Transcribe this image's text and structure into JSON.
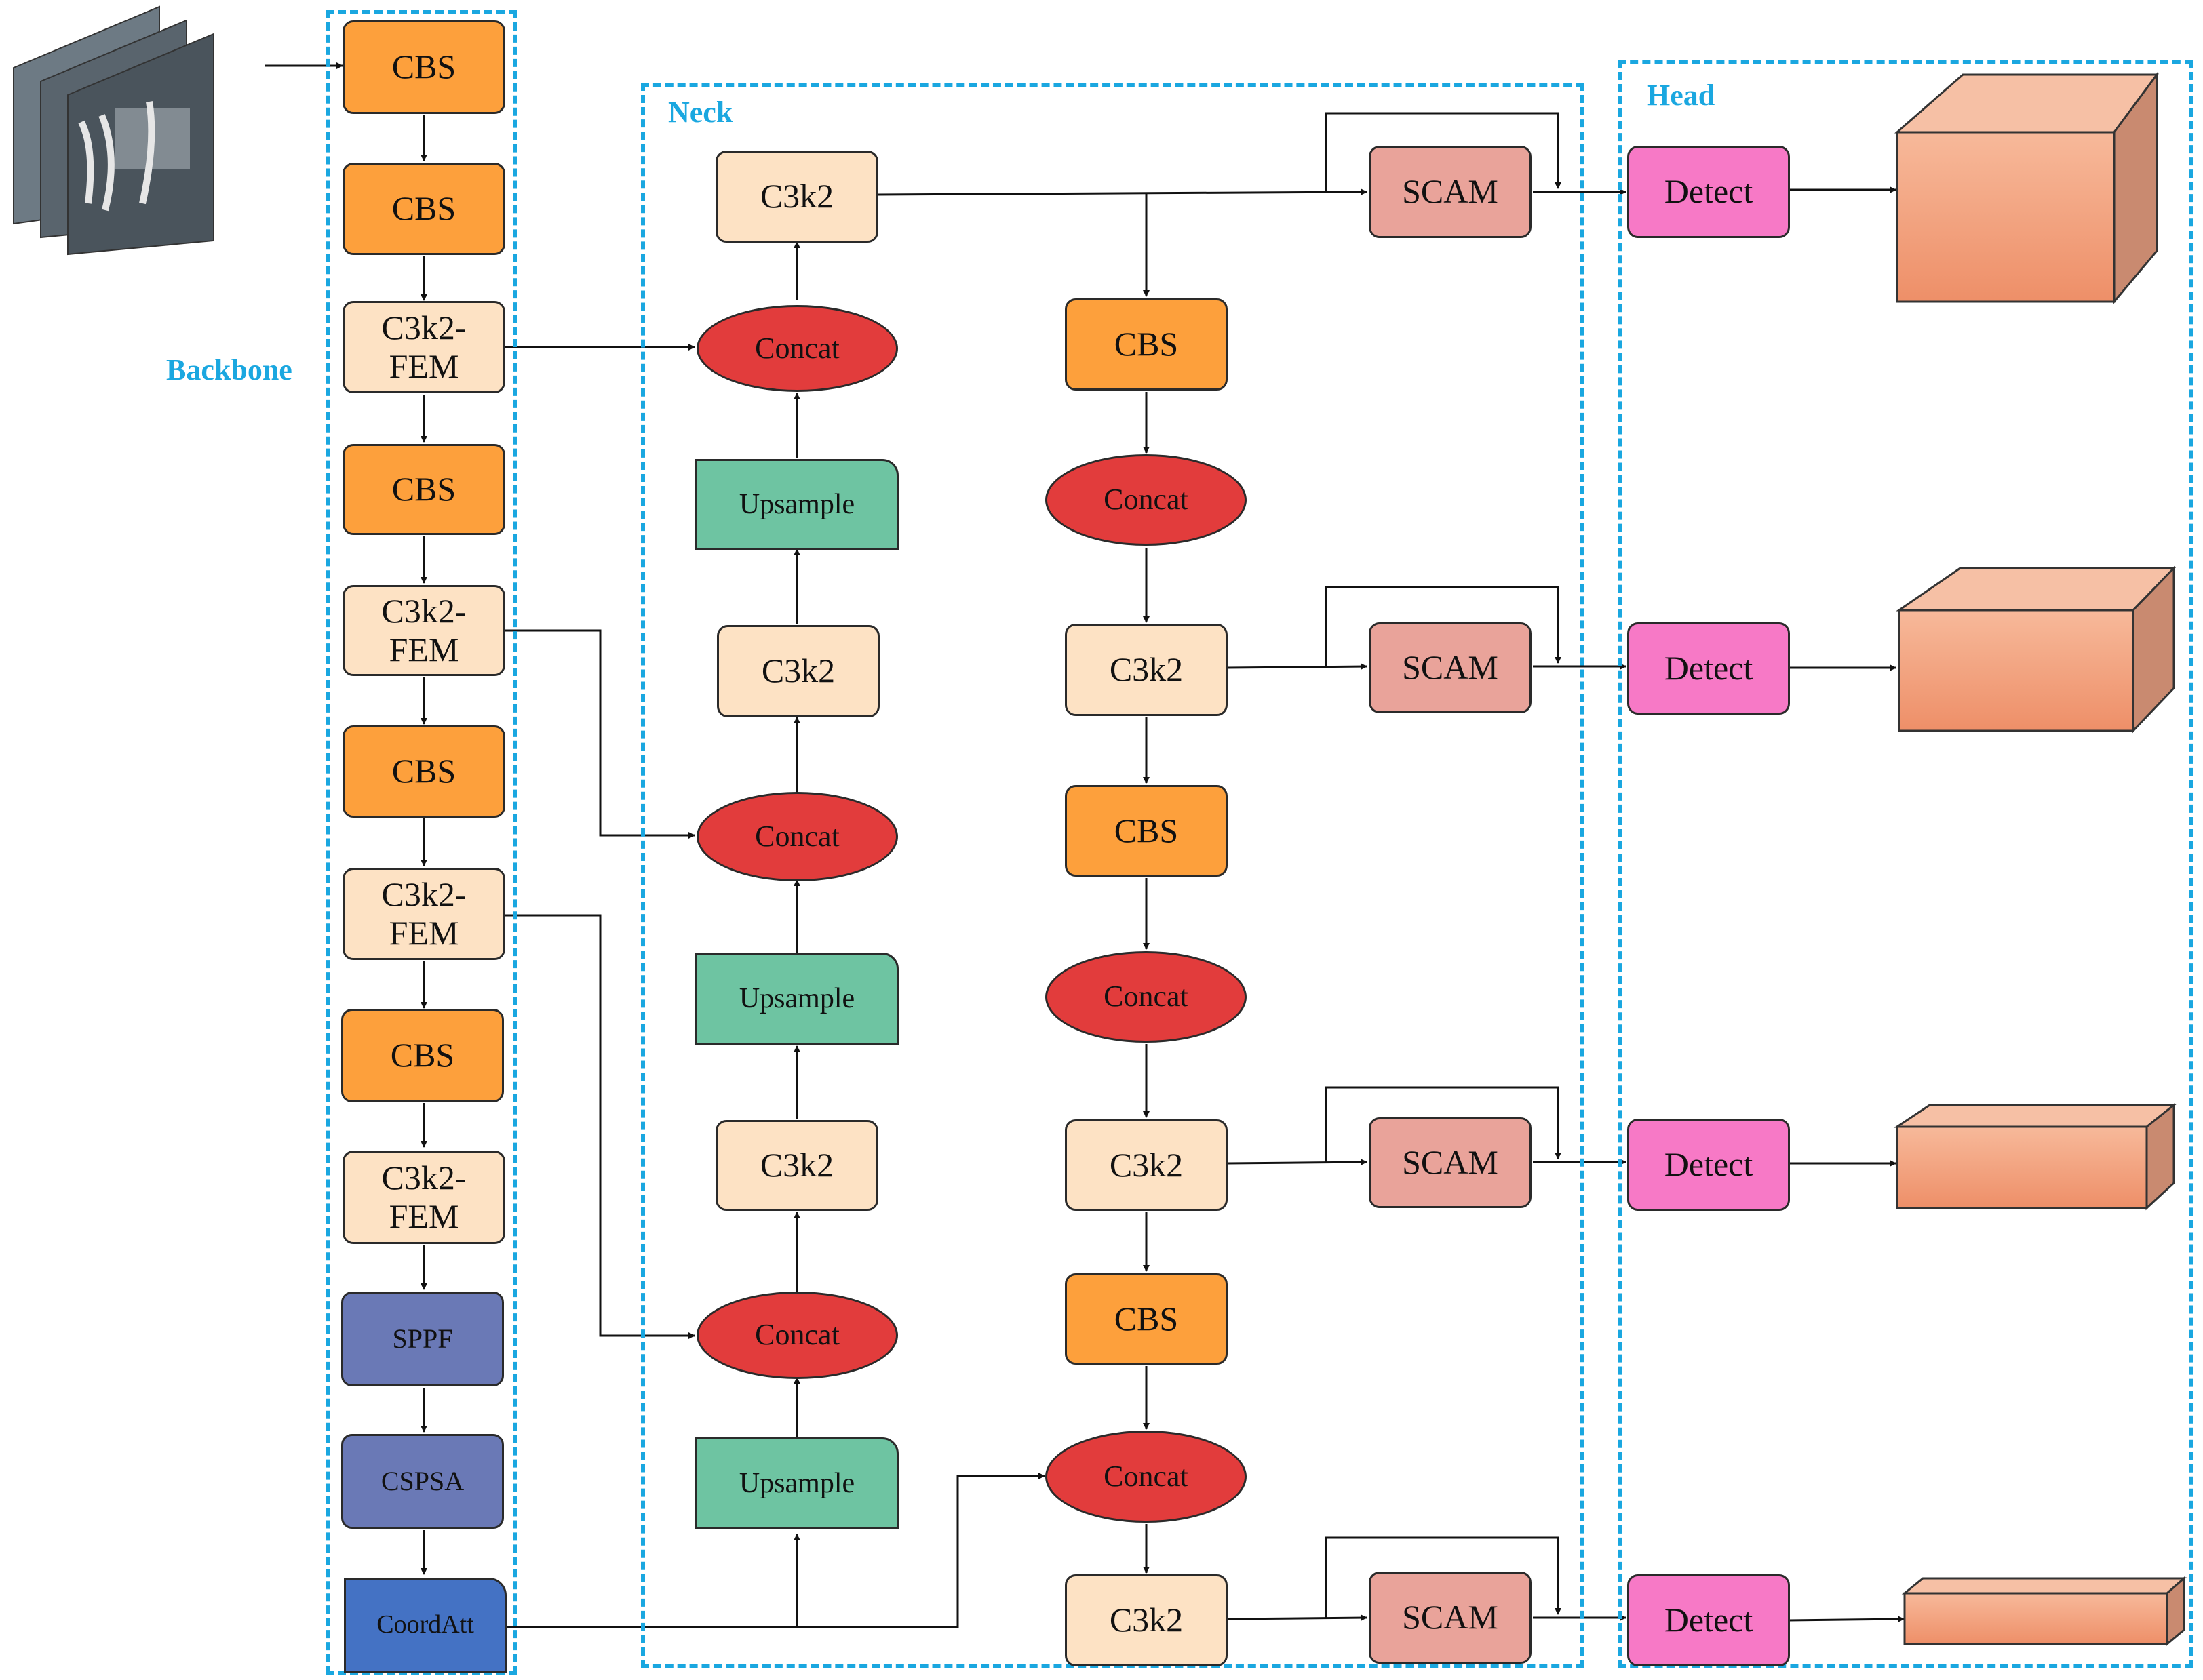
{
  "regions": {
    "backbone": "Backbone",
    "neck": "Neck",
    "head": "Head"
  },
  "backbone": {
    "n1": "CBS",
    "n2": "CBS",
    "n3": "C3k2-\nFEM",
    "n4": "CBS",
    "n5": "C3k2-\nFEM",
    "n6": "CBS",
    "n7": "C3k2-\nFEM",
    "n8": "CBS",
    "n9": "C3k2-\nFEM",
    "n10": "SPPF",
    "n11": "CSPSA",
    "n12": "CoordAtt"
  },
  "neck_up": {
    "c3k2_top": "C3k2",
    "concat1": "Concat",
    "upsample1": "Upsample",
    "c3k2_2": "C3k2",
    "concat2": "Concat",
    "upsample2": "Upsample",
    "c3k2_3": "C3k2",
    "concat3": "Concat",
    "upsample3": "Upsample"
  },
  "neck_down": {
    "cbs1": "CBS",
    "concat1": "Concat",
    "c3k2_1": "C3k2",
    "cbs2": "CBS",
    "concat2": "Concat",
    "c3k2_2": "C3k2",
    "cbs3": "CBS",
    "concat3": "Concat",
    "c3k2_3": "C3k2"
  },
  "scam": [
    "SCAM",
    "SCAM",
    "SCAM",
    "SCAM"
  ],
  "detect": [
    "Detect",
    "Detect",
    "Detect",
    "Detect"
  ],
  "colors": {
    "dashed_border": "#1AA7E0",
    "cbs": "#FDA03C",
    "c3k2": "#FDE2C4",
    "concat": "#E23C3C",
    "upsample": "#6EC4A2",
    "scam": "#E9A39A",
    "detect": "#F779C6",
    "sppf": "#6A79B6",
    "coordatt": "#4472C4",
    "output_cube": "#F2A07E"
  },
  "icons": {
    "input": "stacked-image-frames-icon",
    "output": "feature-cube-icon"
  }
}
